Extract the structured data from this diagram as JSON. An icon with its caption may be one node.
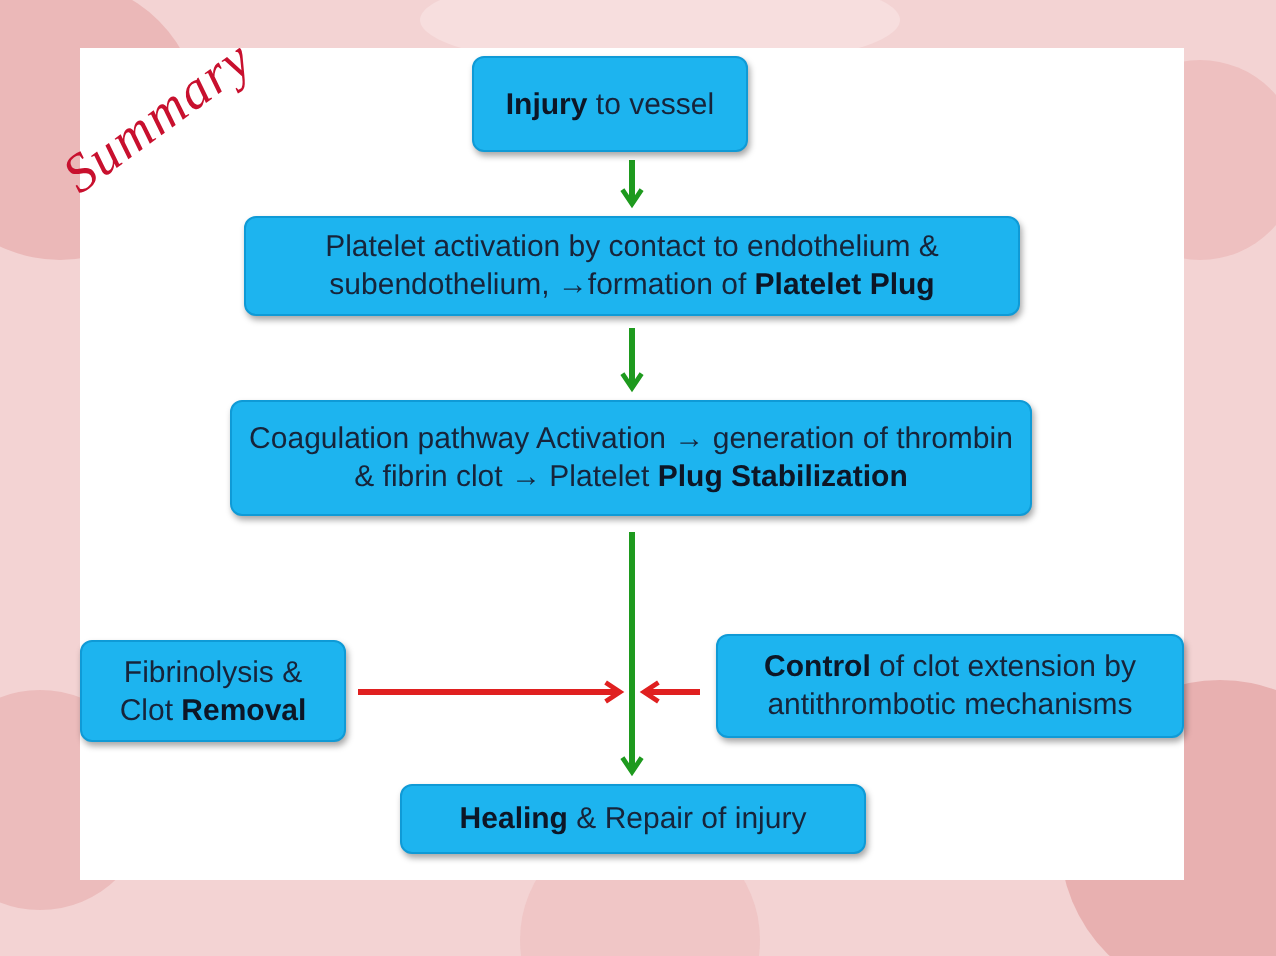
{
  "diagram": {
    "nodes": [
      {
        "text": [
          "**Injury** to vessel"
        ]
      },
      {
        "text": [
          "Platelet activation by contact to endothelium & subendothelium, →formation of **Platelet Plug**"
        ]
      },
      {
        "text": [
          "Coagulation pathway Activation → generation of thrombin & fibrin clot  → Platelet **Plug Stabilization**"
        ]
      },
      {
        "text": [
          "Fibrinolysis & Clot **Removal**"
        ]
      },
      {
        "text": [
          "**Control** of clot extension by antithrombotic mechanisms"
        ]
      },
      {
        "text": [
          "**Healing**  & Repair of injury"
        ]
      }
    ],
    "edges": [
      {
        "from": 0,
        "to": 1,
        "arrow": "to"
      },
      {
        "from": 1,
        "to": 2,
        "arrow": "to"
      },
      {
        "from": 2,
        "to": 5,
        "arrow": "to"
      },
      {
        "from": 3,
        "to": null,
        "arrow": "to",
        "color": "#e02020"
      },
      {
        "from": 4,
        "to": null,
        "arrow": "to",
        "color": "#e02020"
      }
    ],
    "labels": [
      "Summary"
    ]
  }
}
